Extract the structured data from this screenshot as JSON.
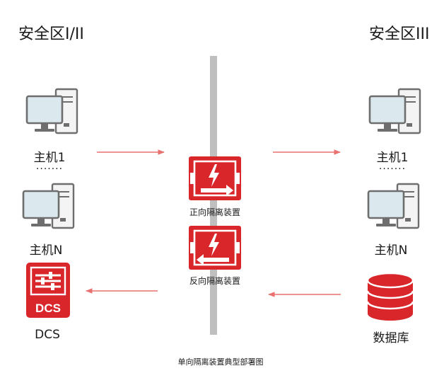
{
  "left_zone": {
    "title": "安全区I/II",
    "host_first": "主机1",
    "ellipsis": "·······",
    "host_last": "主机N",
    "dcs_icon_text": "DCS",
    "dcs_label": "DCS"
  },
  "right_zone": {
    "title": "安全区III",
    "host_first": "主机1",
    "ellipsis": "·······",
    "host_last": "主机N",
    "db_label": "数据库"
  },
  "devices": {
    "forward_label": "正向隔离装置",
    "reverse_label": "反向隔离装置"
  },
  "caption": "单向隔离装置典型部署图",
  "colors": {
    "accent_red": "#d9262b",
    "arrow_red": "#e8706f",
    "barrier_gray": "#bfbfbf",
    "monitor_gray": "#6e6e6e",
    "screen_blue": "#dbe9ef"
  },
  "icons": {
    "host": "desktop-computer-icon",
    "dcs": "dcs-control-panel-icon",
    "database": "database-icon",
    "isolator": "isolation-device-icon"
  }
}
